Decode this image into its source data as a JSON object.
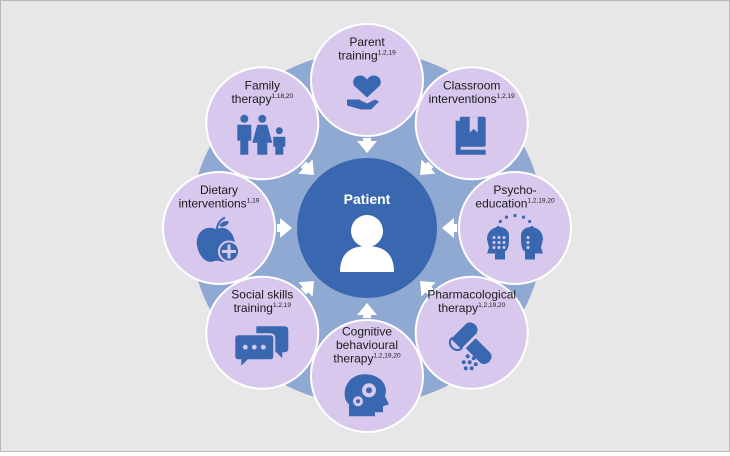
{
  "colors": {
    "background": "#e7e7e7",
    "ring": "#8fa9d2",
    "node_fill": "#d9c8ee",
    "node_stroke": "#ffffff",
    "center_fill": "#3a68b0",
    "icon": "#3a68b0",
    "arrow": "#ffffff"
  },
  "center": {
    "label": "Patient",
    "icon": "person-icon"
  },
  "nodes": [
    {
      "id": "parent-training",
      "lines": [
        "Parent"
      ],
      "last": "training",
      "sup": "1,2,19",
      "icon": "hand-heart-icon"
    },
    {
      "id": "classroom-interventions",
      "lines": [
        "Classroom"
      ],
      "last": "interventions",
      "sup": "1,2,19",
      "icon": "book-icon"
    },
    {
      "id": "psycho-education",
      "lines": [
        "Psycho-"
      ],
      "last": "education",
      "sup": "1,2,19,20",
      "icon": "heads-exchange-icon"
    },
    {
      "id": "pharmacological-therapy",
      "lines": [
        "Pharmacological"
      ],
      "last": "therapy",
      "sup": "1,2,19,20",
      "icon": "capsule-icon"
    },
    {
      "id": "cognitive-behavioural-therapy",
      "lines": [
        "Cognitive",
        "behavioural"
      ],
      "last": "therapy",
      "sup": "1,2,19,20",
      "icon": "head-gears-icon"
    },
    {
      "id": "social-skills-training",
      "lines": [
        "Social skills"
      ],
      "last": "training",
      "sup": "1,2,19",
      "icon": "chat-bubbles-icon"
    },
    {
      "id": "dietary-interventions",
      "lines": [
        "Dietary"
      ],
      "last": "interventions",
      "sup": "1,19",
      "icon": "apple-plus-icon"
    },
    {
      "id": "family-therapy",
      "lines": [
        "Family"
      ],
      "last": "therapy",
      "sup": "1,18,20",
      "icon": "family-icon"
    }
  ]
}
